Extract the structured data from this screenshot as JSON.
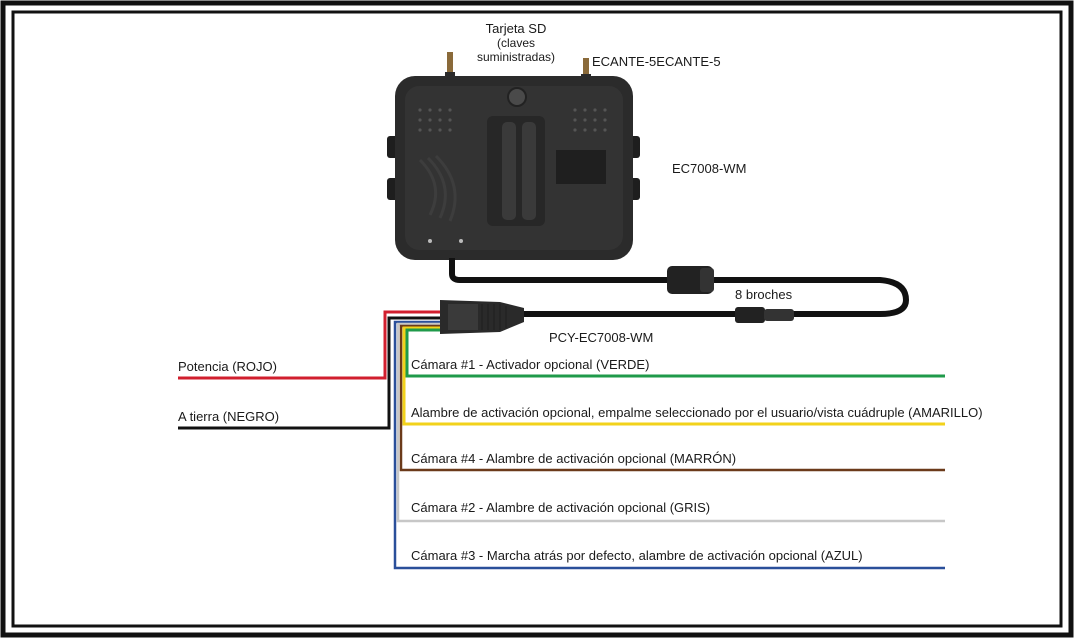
{
  "labels": {
    "sd_card_line1": "Tarjeta SD",
    "sd_card_line2": "(claves",
    "sd_card_line3": "suministradas)",
    "antenna": "ECANTE-5ECANTE-5",
    "monitor_model": "EC7008-WM",
    "pins": "8 broches",
    "harness_model": "PCY-EC7008-WM",
    "power": "Potencia (ROJO)",
    "ground": "A tierra (NEGRO)"
  },
  "wires": [
    {
      "label": "Cámara #1 - Activador opcional (VERDE)",
      "color": "#1f9a4a"
    },
    {
      "label": "Alambre de activación opcional, empalme seleccionado por el usuario/vista cuádruple (AMARILLO)",
      "color": "#f2d21b"
    },
    {
      "label": "Cámara #4 - Alambre de activación opcional (MARRÓN)",
      "color": "#6b3a1a"
    },
    {
      "label": "Cámara #2 - Alambre de activación opcional (GRIS)",
      "color": "#b9b9b9"
    },
    {
      "label": "Cámara #3 - Marcha atrás por defecto, alambre de activación opcional (AZUL)",
      "color": "#2a4f9a"
    }
  ],
  "colors": {
    "power_wire": "#d11f2e",
    "ground_wire": "#111111",
    "device_body": "#2b2b2b",
    "frame": "#111111"
  }
}
